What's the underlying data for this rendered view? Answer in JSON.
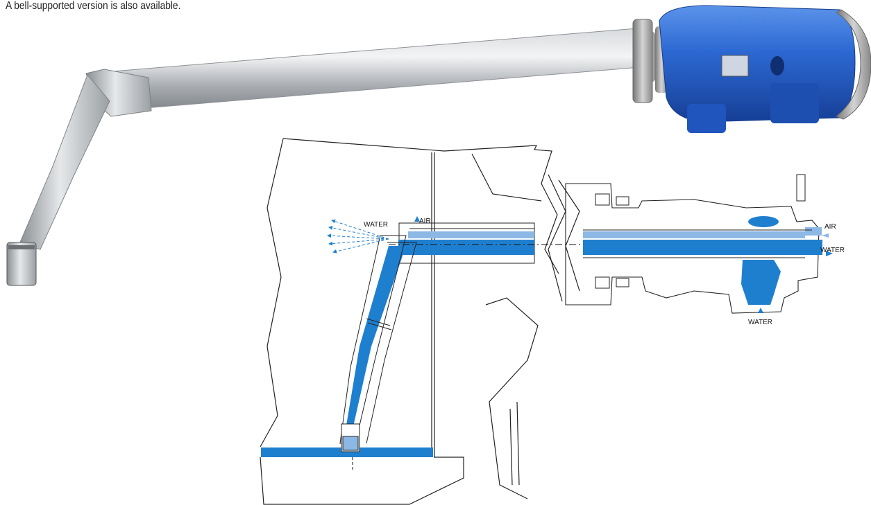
{
  "caption": "A bell-supported version is also available.",
  "labels": {
    "water_left": "WATER",
    "air_left": "AIR",
    "air_right": "AIR",
    "water_right": "WATER",
    "water_bottom": "WATER"
  },
  "colors": {
    "blue": "#1f7fcf",
    "light_blue": "#8cb8e6",
    "steel": "#b8bcc0",
    "housing_blue": "#2f6ed6"
  }
}
